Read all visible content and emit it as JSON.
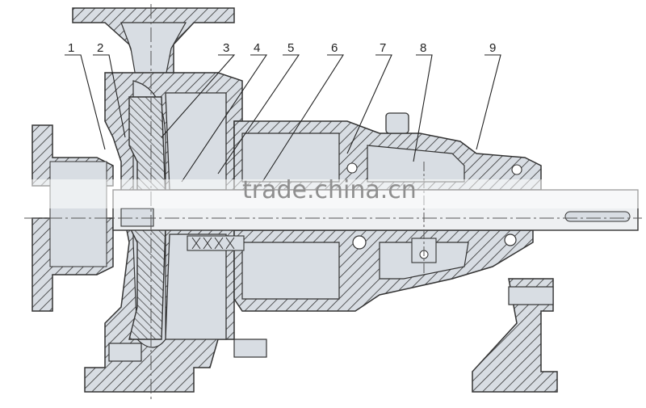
{
  "watermark": "trade.china.cn",
  "callouts": [
    "1",
    "2",
    "3",
    "4",
    "5",
    "6",
    "7",
    "8",
    "9"
  ],
  "colors": {
    "fill": "#d8dde3",
    "line": "#333333",
    "centerline": "#555555"
  }
}
